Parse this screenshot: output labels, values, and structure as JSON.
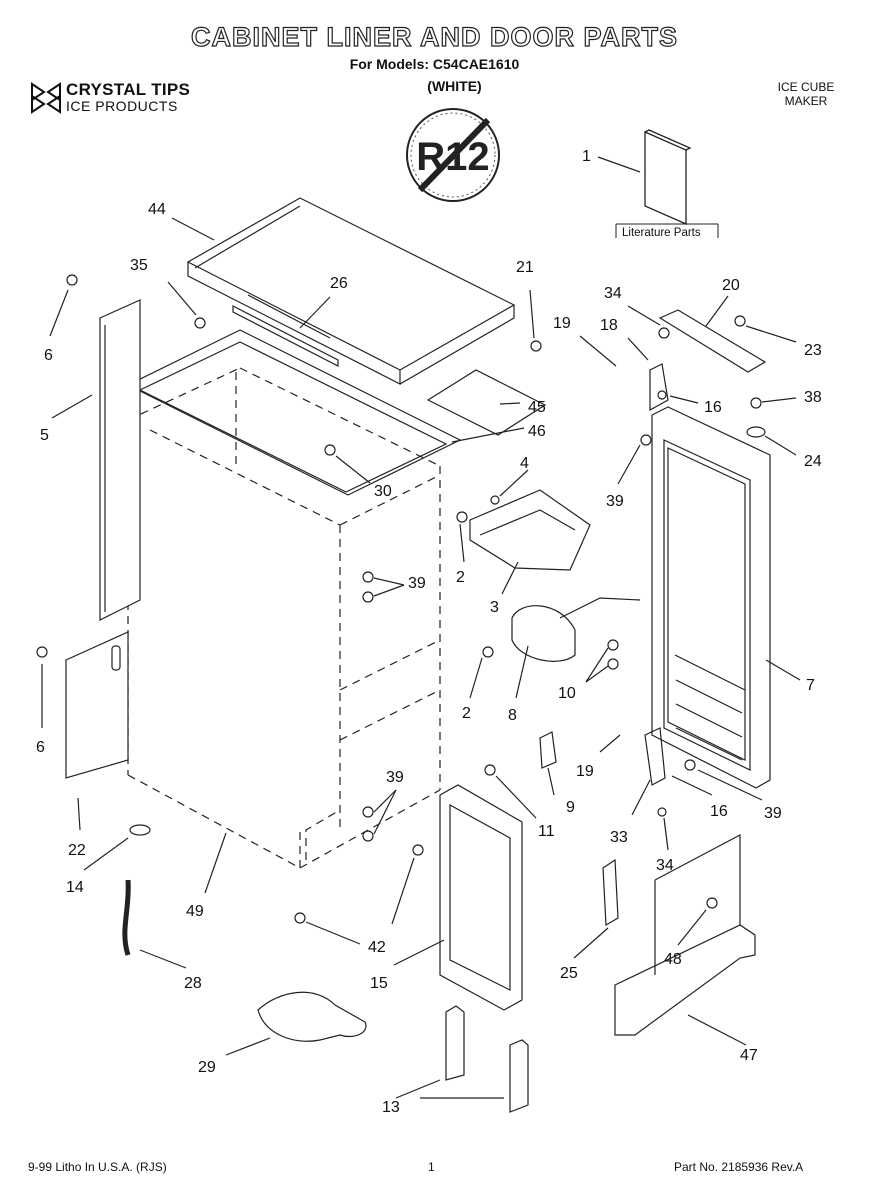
{
  "header": {
    "title": "CABINET LINER AND DOOR PARTS",
    "models": "For Models: C54CAE1610",
    "color": "(WHITE)",
    "brand": "CRYSTAL TIPS",
    "brand_sub": "ICE PRODUCTS",
    "category_line1": "ICE CUBE",
    "category_line2": "MAKER",
    "badge": "R12"
  },
  "literature_label": "Literature Parts",
  "callouts": [
    "1",
    "44",
    "35",
    "26",
    "21",
    "6",
    "5",
    "34",
    "20",
    "19",
    "18",
    "23",
    "45",
    "38",
    "16",
    "46",
    "24",
    "30",
    "4",
    "39",
    "2",
    "39",
    "3",
    "10",
    "7",
    "2",
    "8",
    "19",
    "9",
    "16",
    "39",
    "11",
    "33",
    "34",
    "22",
    "39",
    "14",
    "49",
    "42",
    "28",
    "15",
    "25",
    "48",
    "29",
    "47",
    "13",
    "6"
  ],
  "footer": {
    "left": "9-99 Litho In U.S.A. (RJS)",
    "center": "1",
    "right": "Part No. 2185936 Rev.A"
  }
}
